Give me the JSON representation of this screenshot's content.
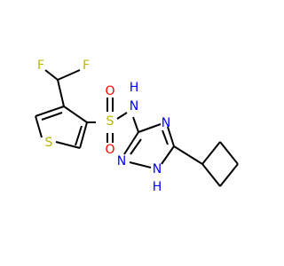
{
  "molecule": {
    "atoms": {
      "F_left": {
        "symbol": "F",
        "color": "#B8B800"
      },
      "F_right": {
        "symbol": "F",
        "color": "#B8B800"
      },
      "S_ring": {
        "symbol": "S",
        "color": "#B8B800"
      },
      "S_sulfonyl": {
        "symbol": "S",
        "color": "#B8B800"
      },
      "O_upper": {
        "symbol": "O",
        "color": "#FF0000"
      },
      "O_lower": {
        "symbol": "O",
        "color": "#FF0000"
      },
      "N_amide": {
        "symbol": "N",
        "color": "#0000FF"
      },
      "H_amide": {
        "symbol": "H",
        "color": "#0000FF"
      },
      "N_triazole_4": {
        "symbol": "N",
        "color": "#0000FF"
      },
      "N_triazole_2": {
        "symbol": "N",
        "color": "#0000FF"
      },
      "N_triazole_1": {
        "symbol": "N",
        "color": "#0000FF"
      },
      "H_triazole": {
        "symbol": "H",
        "color": "#0000FF"
      }
    }
  }
}
